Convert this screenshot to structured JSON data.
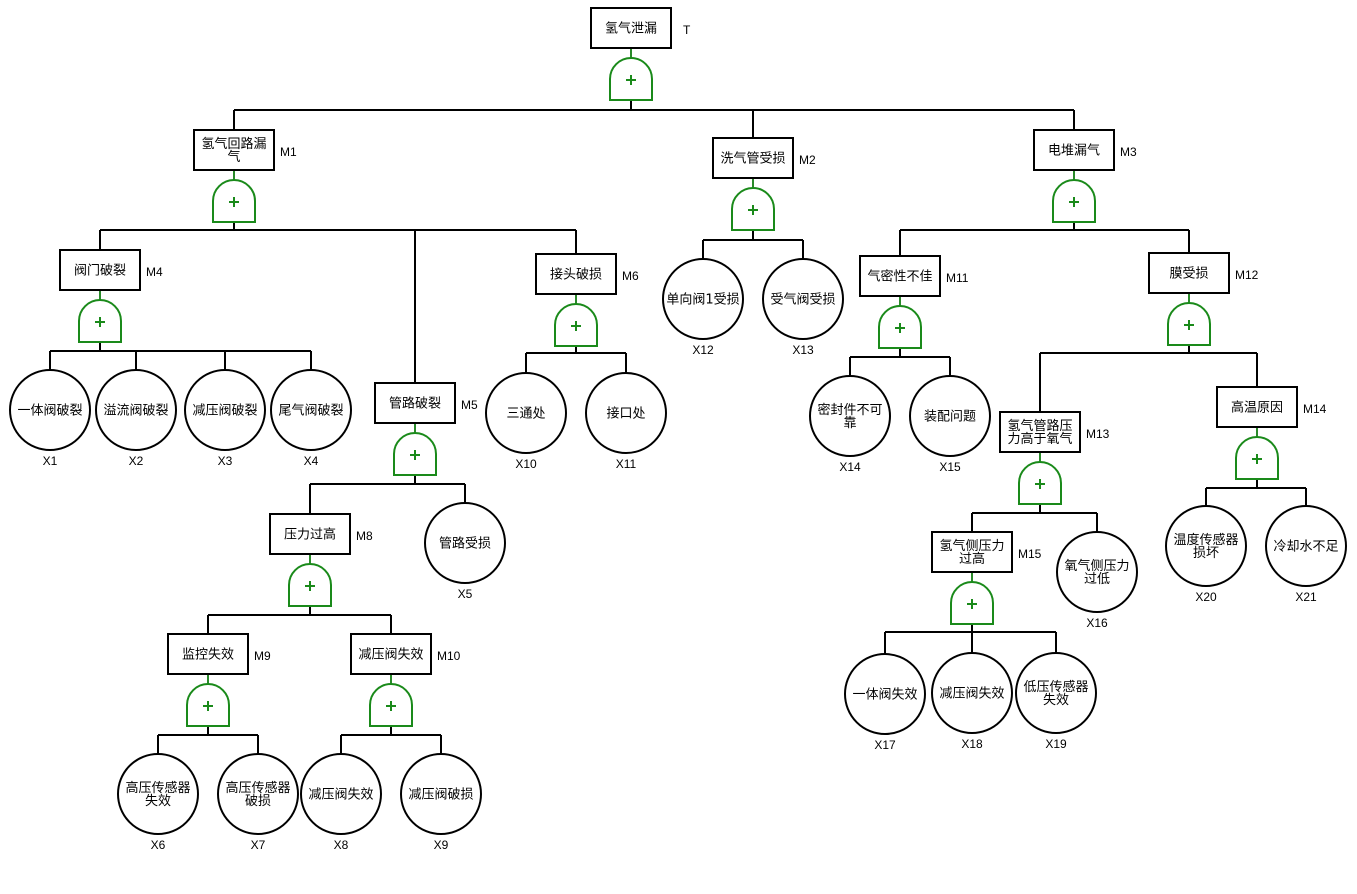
{
  "title": "氢气泄漏故障树",
  "gate_type": "OR",
  "gate_symbol": "+",
  "colors": {
    "gate": "#1a8a1a",
    "line": "#000000",
    "fill": "#ffffff"
  },
  "events": [
    {
      "id": "T",
      "type": "top",
      "lines": [
        "氢气泄漏"
      ]
    },
    {
      "id": "M1",
      "type": "intermediate",
      "lines": [
        "氢气回路漏",
        "气"
      ],
      "parent": "T"
    },
    {
      "id": "M2",
      "type": "intermediate",
      "lines": [
        "洗气管受损"
      ],
      "parent": "T"
    },
    {
      "id": "M3",
      "type": "intermediate",
      "lines": [
        "电堆漏气"
      ],
      "parent": "T"
    },
    {
      "id": "M4",
      "type": "intermediate",
      "lines": [
        "阀门破裂"
      ],
      "parent": "M1"
    },
    {
      "id": "M5",
      "type": "intermediate",
      "lines": [
        "管路破裂"
      ],
      "parent": "M1"
    },
    {
      "id": "M6",
      "type": "intermediate",
      "lines": [
        "接头破损"
      ],
      "parent": "M1"
    },
    {
      "id": "X1",
      "type": "basic",
      "lines": [
        "一体阀破裂"
      ],
      "parent": "M4"
    },
    {
      "id": "X2",
      "type": "basic",
      "lines": [
        "溢流阀破裂"
      ],
      "parent": "M4"
    },
    {
      "id": "X3",
      "type": "basic",
      "lines": [
        "减压阀破裂"
      ],
      "parent": "M4"
    },
    {
      "id": "X4",
      "type": "basic",
      "lines": [
        "尾气阀破裂"
      ],
      "parent": "M4"
    },
    {
      "id": "M8",
      "type": "intermediate",
      "lines": [
        "压力过高"
      ],
      "parent": "M5"
    },
    {
      "id": "X5",
      "type": "basic",
      "lines": [
        "管路受损"
      ],
      "parent": "M5"
    },
    {
      "id": "M9",
      "type": "intermediate",
      "lines": [
        "监控失效"
      ],
      "parent": "M8"
    },
    {
      "id": "M10",
      "type": "intermediate",
      "lines": [
        "减压阀失效"
      ],
      "parent": "M8"
    },
    {
      "id": "X6",
      "type": "basic",
      "lines": [
        "高压传感器",
        "失效"
      ],
      "parent": "M9"
    },
    {
      "id": "X7",
      "type": "basic",
      "lines": [
        "高压传感器",
        "破损"
      ],
      "parent": "M9"
    },
    {
      "id": "X8",
      "type": "basic",
      "lines": [
        "减压阀失效"
      ],
      "parent": "M10"
    },
    {
      "id": "X9",
      "type": "basic",
      "lines": [
        "减压阀破损"
      ],
      "parent": "M10"
    },
    {
      "id": "X10",
      "type": "basic",
      "lines": [
        "三通处"
      ],
      "parent": "M6"
    },
    {
      "id": "X11",
      "type": "basic",
      "lines": [
        "接口处"
      ],
      "parent": "M6"
    },
    {
      "id": "X12",
      "type": "basic",
      "lines": [
        "单向阀1受损"
      ],
      "parent": "M2"
    },
    {
      "id": "X13",
      "type": "basic",
      "lines": [
        "受气阀受损"
      ],
      "parent": "M2"
    },
    {
      "id": "M11",
      "type": "intermediate",
      "lines": [
        "气密性不佳"
      ],
      "parent": "M3"
    },
    {
      "id": "M12",
      "type": "intermediate",
      "lines": [
        "膜受损"
      ],
      "parent": "M3"
    },
    {
      "id": "X14",
      "type": "basic",
      "lines": [
        "密封件不可",
        "靠"
      ],
      "parent": "M11"
    },
    {
      "id": "X15",
      "type": "basic",
      "lines": [
        "装配问题"
      ],
      "parent": "M11"
    },
    {
      "id": "M13",
      "type": "intermediate",
      "lines": [
        "氢气管路压",
        "力高于氧气"
      ],
      "parent": "M12"
    },
    {
      "id": "M14",
      "type": "intermediate",
      "lines": [
        "高温原因"
      ],
      "parent": "M12"
    },
    {
      "id": "M15",
      "type": "intermediate",
      "lines": [
        "氢气侧压力",
        "过高"
      ],
      "parent": "M13"
    },
    {
      "id": "X16",
      "type": "basic",
      "lines": [
        "氧气侧压力",
        "过低"
      ],
      "parent": "M13"
    },
    {
      "id": "X17",
      "type": "basic",
      "lines": [
        "一体阀失效"
      ],
      "parent": "M15"
    },
    {
      "id": "X18",
      "type": "basic",
      "lines": [
        "减压阀失效"
      ],
      "parent": "M15"
    },
    {
      "id": "X19",
      "type": "basic",
      "lines": [
        "低压传感器",
        "失效"
      ],
      "parent": "M15"
    },
    {
      "id": "X20",
      "type": "basic",
      "lines": [
        "温度传感器",
        "损坏"
      ],
      "parent": "M14"
    },
    {
      "id": "X21",
      "type": "basic",
      "lines": [
        "冷却水不足"
      ],
      "parent": "M14"
    }
  ]
}
